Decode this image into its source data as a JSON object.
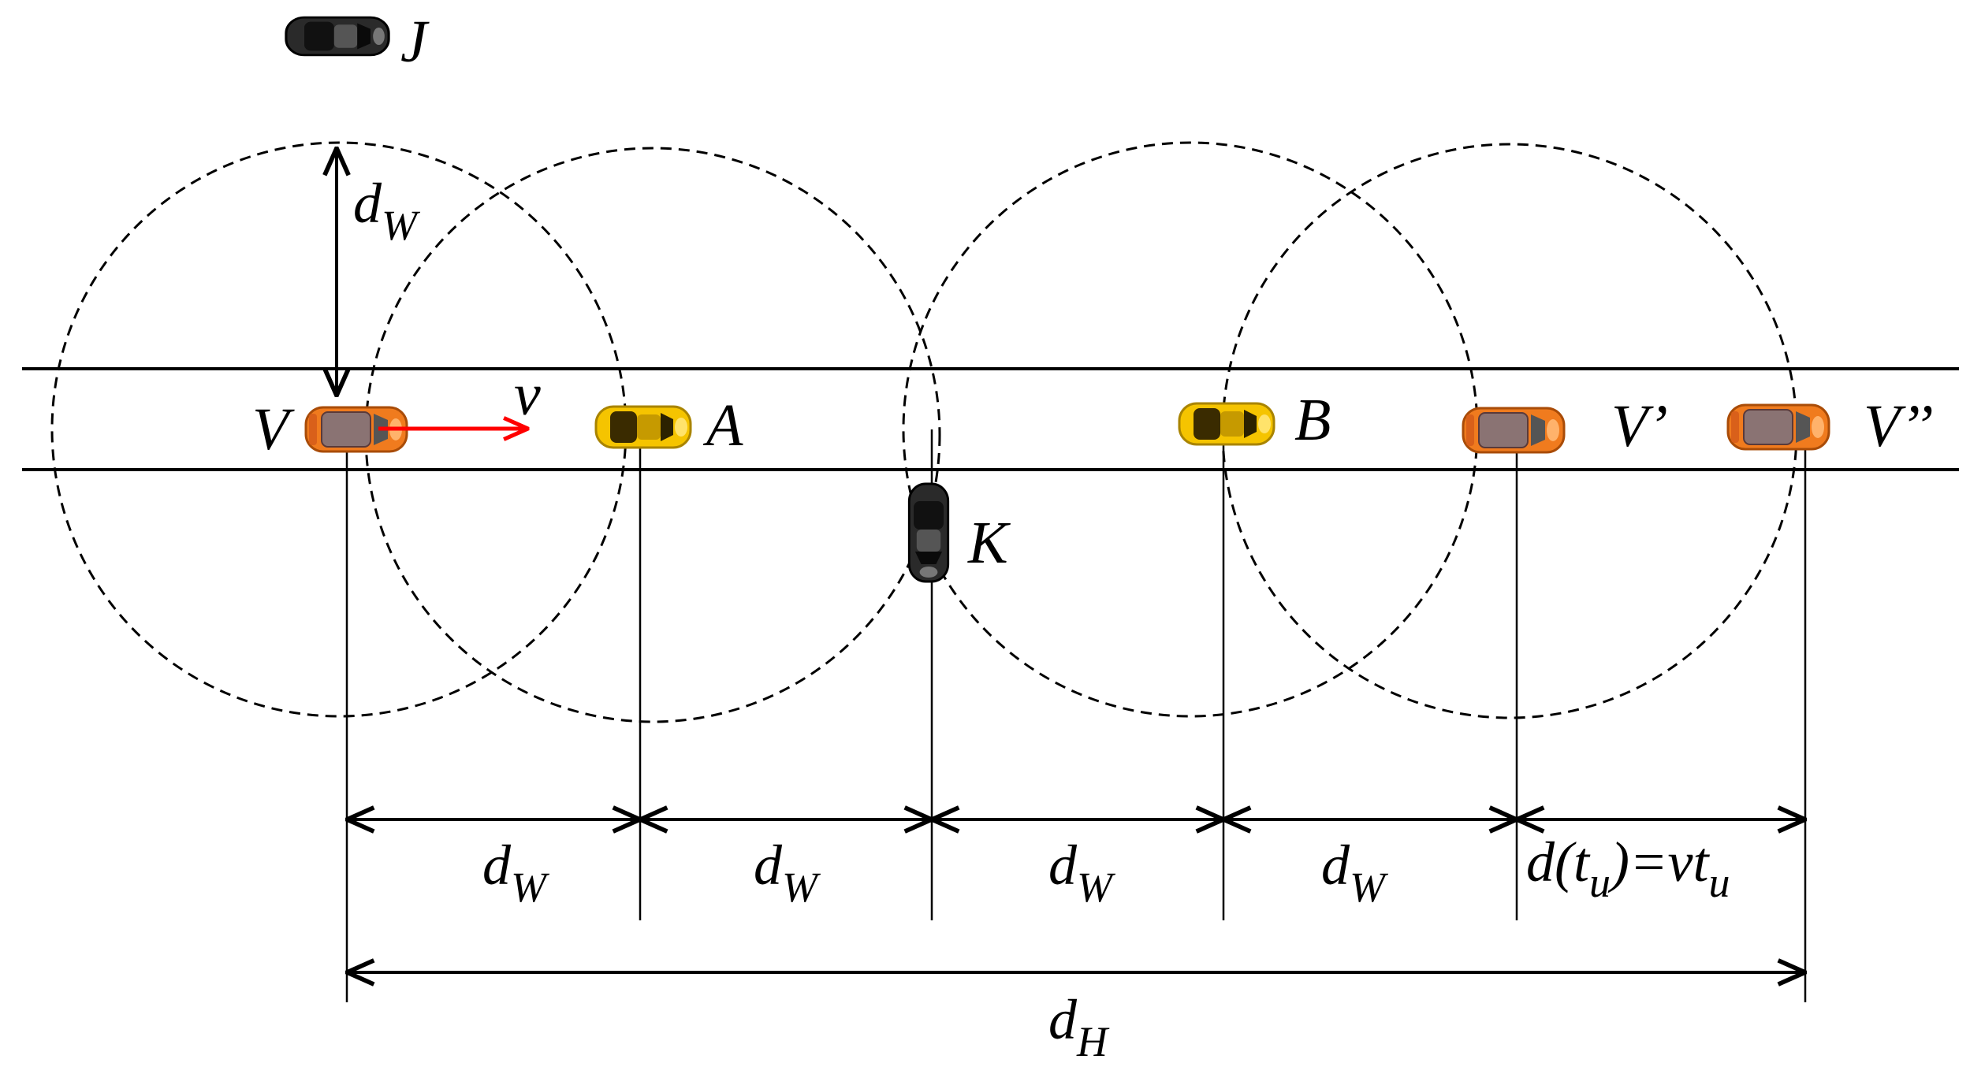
{
  "labels": {
    "J": "J",
    "V": "V",
    "v": "v",
    "A": "A",
    "B": "B",
    "K": "K",
    "V_prime": "V’",
    "V_double_prime": "V’’"
  },
  "dimensions": {
    "d_main": "d",
    "sub_W": "W",
    "sub_H": "H",
    "dtu_prefix": "d(t",
    "dtu_sub": "u",
    "dtu_middle": ")=vt",
    "dtu_sub2": "u"
  },
  "icons": {
    "orange_car": "orange-car-icon",
    "yellow_car": "yellow-car-icon",
    "black_car": "black-car-icon"
  },
  "colors": {
    "orange_car": "#f07b1e",
    "yellow_car": "#f5c400",
    "black_car": "#2a2a2a",
    "velocity_arrow": "#ff0000"
  }
}
